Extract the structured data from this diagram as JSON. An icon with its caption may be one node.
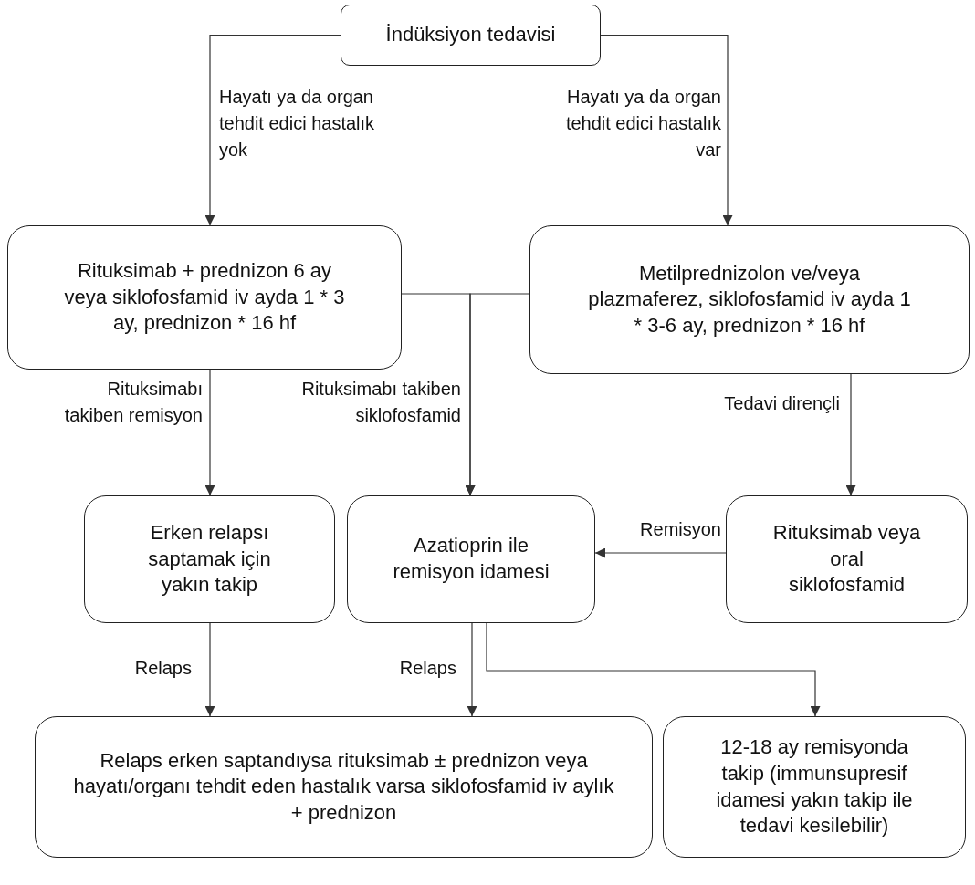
{
  "diagram": {
    "nodes": [
      {
        "text": [
          "İndüksiyon tedavisi"
        ]
      },
      {
        "text": [
          "Rituksimab + prednizon 6 ay veya siklofosfamid iv ayda 1 * 3 ay, prednizon * 16 hf"
        ]
      },
      {
        "text": [
          "Metilprednizolon ve/veya plazmaferez, siklofosfamid iv ayda 1 * 3-6 ay, prednizon * 16 hf"
        ]
      },
      {
        "text": [
          "Erken relapsı saptamak için yakın takip"
        ]
      },
      {
        "text": [
          "Azatioprin ile remisyon idamesi"
        ]
      },
      {
        "text": [
          "Rituksimab veya oral siklofosfamid"
        ]
      },
      {
        "text": [
          "Relaps erken saptandıysa rituksimab ± prednizon veya hayatı/organı tehdit eden hastalık varsa siklofosfamid iv aylık + prednizon"
        ]
      },
      {
        "text": [
          "12-18 ay remisyonda takip (immunsupresif idamesi yakın takip ile tedavi kesilebilir)"
        ]
      }
    ],
    "edges": [
      {
        "from": 0,
        "to": 1,
        "arrow": "to",
        "label": "Hayatı ya da organ tehdit edici hastalık yok"
      },
      {
        "from": 0,
        "to": 2,
        "arrow": "to",
        "label": "Hayatı ya da organ tehdit edici hastalık var"
      },
      {
        "from": 1,
        "to": 3,
        "arrow": "to",
        "label": "Rituksimabı takiben remisyon"
      },
      {
        "from": 1,
        "to": 4,
        "arrow": "to",
        "label": "Rituksimabı takiben siklofosfamid"
      },
      {
        "from": 2,
        "to": 4,
        "arrow": "to"
      },
      {
        "from": 2,
        "to": 5,
        "arrow": "to",
        "label": "Tedavi dirençli"
      },
      {
        "from": 5,
        "to": 4,
        "arrow": "to",
        "label": "Remisyon"
      },
      {
        "from": 3,
        "to": 6,
        "arrow": "to",
        "label": "Relaps"
      },
      {
        "from": 4,
        "to": 6,
        "arrow": "to",
        "label": "Relaps"
      },
      {
        "from": 4,
        "to": 7,
        "arrow": "to"
      }
    ]
  }
}
